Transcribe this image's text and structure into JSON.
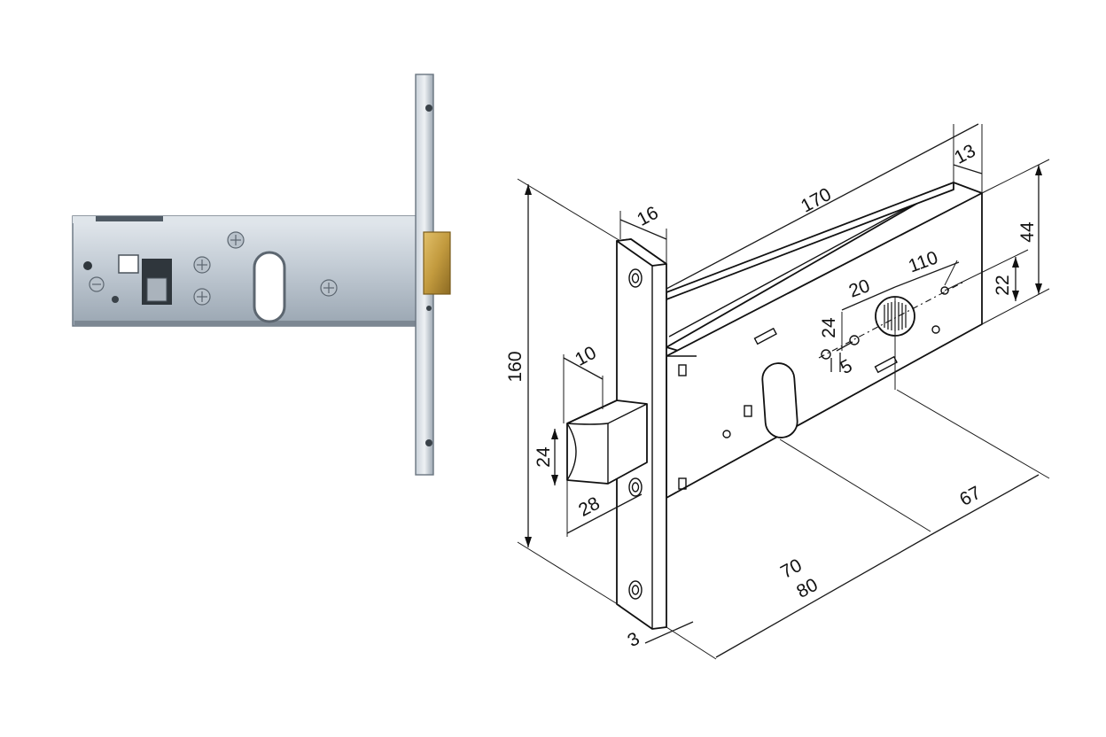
{
  "diagram": {
    "dimensions": {
      "body_length": "170",
      "body_thickness": "13",
      "faceplate_width": "16",
      "overall_height": "160",
      "right_height": "44",
      "half_height": "22",
      "spindle_to_hole": "110",
      "hole_offset": "20",
      "hole_spacing": "24",
      "hole_small": "5",
      "latch_projection": "10",
      "latch_height": "24",
      "latch_width": "28",
      "backset_a": "70",
      "backset_b": "80",
      "depth_rear": "67",
      "plate_thickness": "3"
    }
  },
  "colors": {
    "line": "#111111",
    "steel_light": "#c9d2da",
    "steel_dark": "#8b97a3",
    "brass": "#c9a24a"
  }
}
